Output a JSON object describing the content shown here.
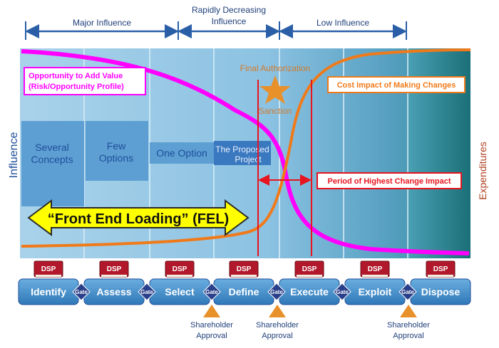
{
  "top_phases": [
    {
      "label_lines": [
        "Major Influence"
      ]
    },
    {
      "label_lines": [
        "Rapidly Decreasing",
        "Influence"
      ]
    },
    {
      "label_lines": [
        "Low Influence"
      ]
    }
  ],
  "axis": {
    "left": "Influence",
    "right": "Expenditures"
  },
  "columns": [
    {
      "label_lines": [
        "Several",
        "Concepts"
      ]
    },
    {
      "label_lines": [
        "Few",
        "Options"
      ]
    },
    {
      "label_lines": [
        "One Option"
      ]
    },
    {
      "label_lines": [
        "The Proposed",
        "Project"
      ]
    }
  ],
  "callouts": {
    "opportunity_lines": [
      "Opportunity to Add Value",
      "(Risk/Opportunity Profile)"
    ],
    "cost": "Cost Impact of Making Changes",
    "period": "Period of Highest Change Impact",
    "final_auth": "Final Authorization",
    "sanction": "Sanction",
    "fel": "“Front End Loading” (FEL)"
  },
  "stages": [
    {
      "label": "Identify",
      "book": "DSP"
    },
    {
      "label": "Assess",
      "book": "DSP"
    },
    {
      "label": "Select",
      "book": "DSP"
    },
    {
      "label": "Define",
      "book": "DSP"
    },
    {
      "label": "Execute",
      "book": "DSP"
    },
    {
      "label": "Exploit",
      "book": "DSP"
    },
    {
      "label": "Dispose",
      "book": "DSP"
    }
  ],
  "gate_label": "Gate",
  "approvals": [
    {
      "label_lines": [
        "Shareholder",
        "Approval"
      ]
    },
    {
      "label_lines": [
        "Shareholder",
        "Approval"
      ]
    },
    {
      "label_lines": [
        "Shareholder",
        "Approval"
      ]
    }
  ],
  "colors": {
    "magenta": "#ff00ff",
    "orange": "#f07a1a",
    "red": "#e8141e",
    "navy": "#1f4e9a",
    "stage_blue": "#4a90c8",
    "fel_yellow": "#ffff00"
  }
}
